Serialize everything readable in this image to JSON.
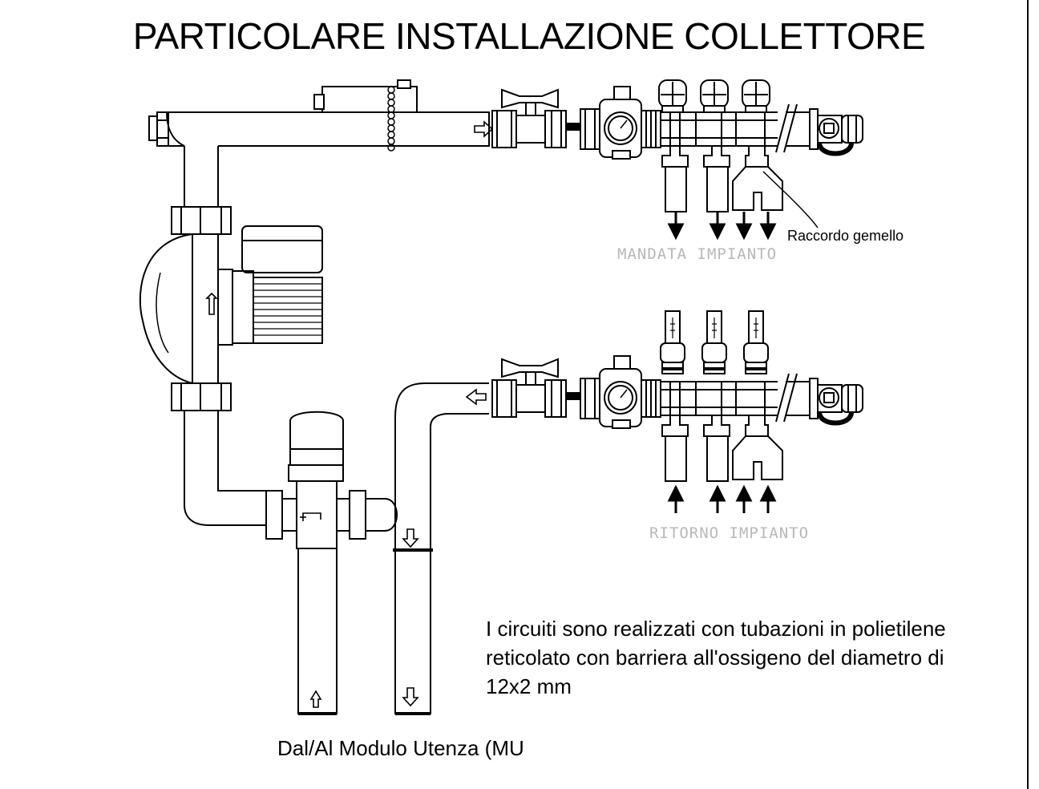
{
  "title": "PARTICOLARE INSTALLAZIONE COLLETTORE",
  "labels": {
    "twin_fitting": "Raccordo gemello",
    "supply": "MANDATA IMPIANTO",
    "return": "RITORNO IMPIANTO",
    "source": "Dal/Al Modulo Utenza (MU"
  },
  "note_lines": [
    "I circuiti sono realizzati con tubazioni in polietilene",
    "reticolato con barriera all'ossigeno del diametro  di",
    "12x2 mm"
  ]
}
